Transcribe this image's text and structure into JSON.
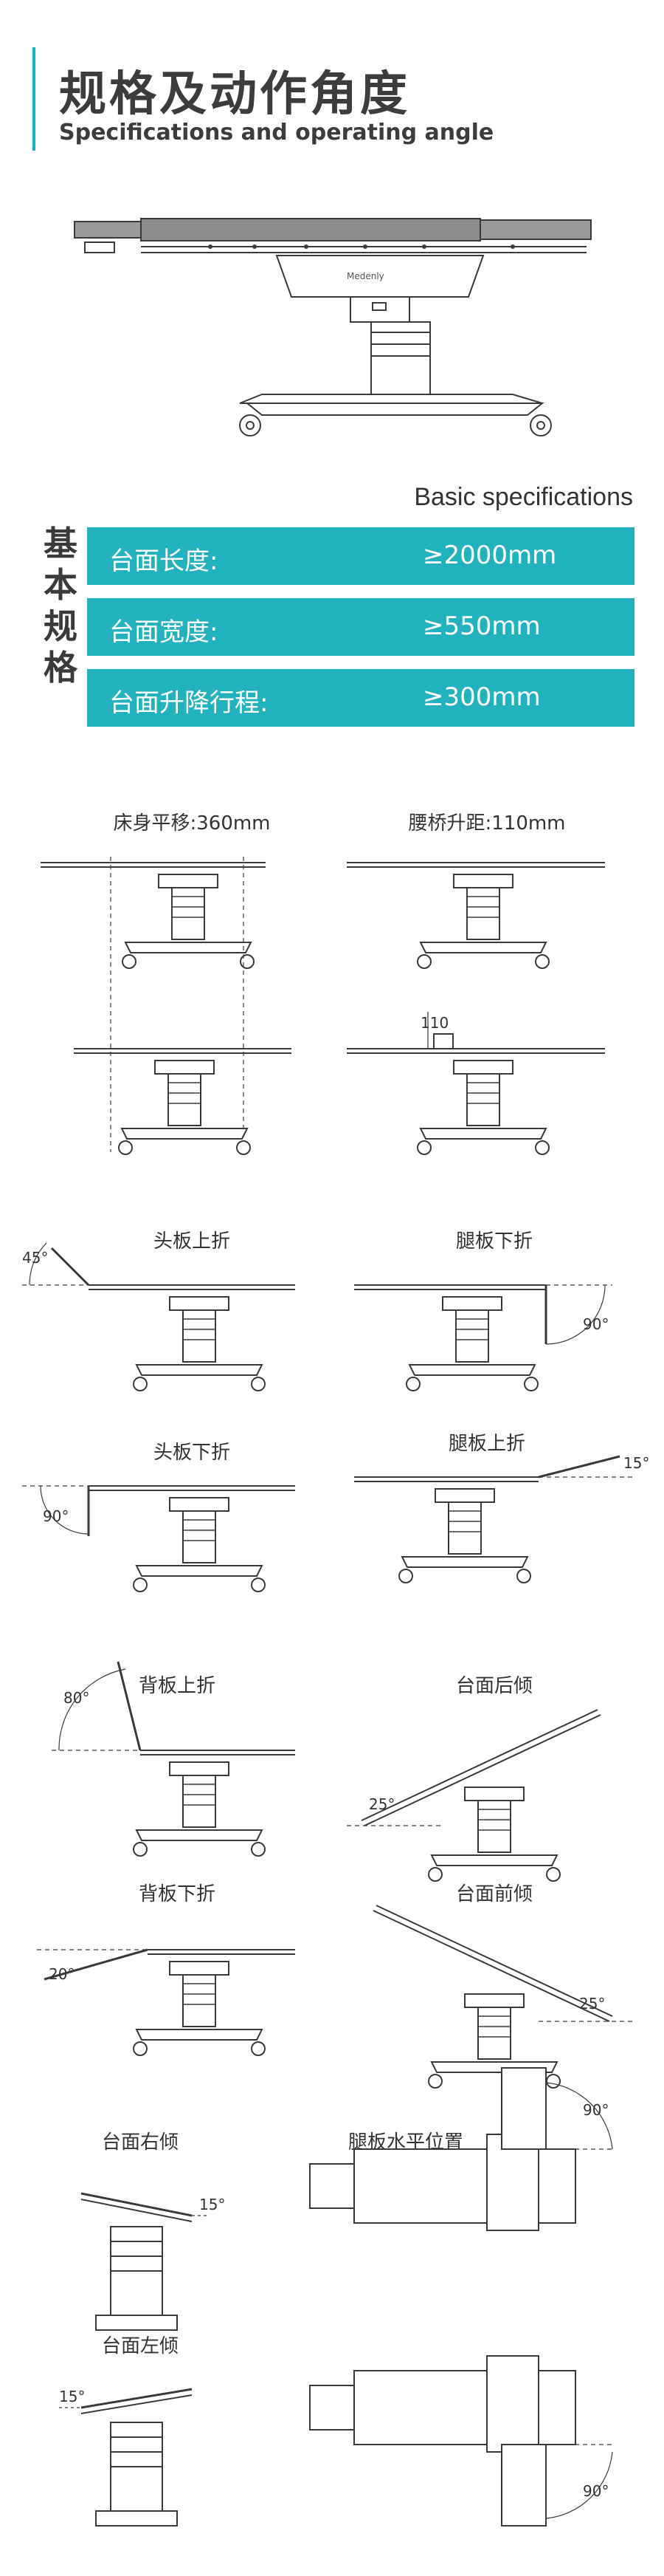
{
  "header": {
    "title_cn": "规格及动作角度",
    "title_en": "Specifications and operating angle"
  },
  "product": {
    "brand": "Medenly"
  },
  "specs": {
    "heading": "Basic specifications",
    "side_label": [
      "基",
      "本",
      "规",
      "格"
    ],
    "rows": [
      {
        "label": "台面长度:",
        "value": "≥2000mm"
      },
      {
        "label": "台面宽度:",
        "value": "≥550mm"
      },
      {
        "label": "台面升降行程:",
        "value": "≥300mm"
      }
    ]
  },
  "operations": {
    "slide": {
      "caption": "床身平移:360mm"
    },
    "kidney": {
      "caption": "腰桥升距:110mm",
      "mark": "110"
    },
    "head_up": {
      "caption": "头板上折",
      "angle": "45°"
    },
    "leg_down": {
      "caption": "腿板下折",
      "angle": "90°"
    },
    "head_down": {
      "caption": "头板下折",
      "angle": "90°"
    },
    "leg_up": {
      "caption": "腿板上折",
      "angle": "15°"
    },
    "back_up": {
      "caption": "背板上折",
      "angle": "80°"
    },
    "reverse_trend": {
      "caption": "台面后倾",
      "angle": "25°"
    },
    "back_down": {
      "caption": "背板下折",
      "angle": "20°"
    },
    "trend": {
      "caption": "台面前倾",
      "angle": "25°"
    },
    "tilt_right": {
      "caption": "台面右倾",
      "angle": "15°"
    },
    "leg_horizontal": {
      "caption": "腿板水平位置",
      "angles": [
        "90°",
        "90°"
      ]
    },
    "tilt_left": {
      "caption": "台面左倾",
      "angle": "15°"
    }
  },
  "colors": {
    "accent": "#21b2be",
    "line": "#3a3a3a"
  }
}
